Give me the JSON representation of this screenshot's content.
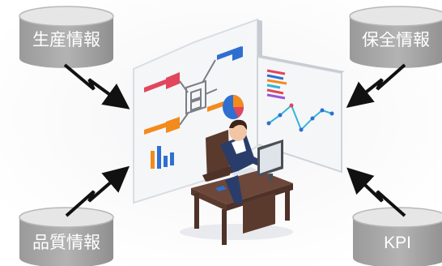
{
  "databases": {
    "production": {
      "label": "生産情報"
    },
    "maintenance": {
      "label": "保全情報"
    },
    "quality": {
      "label": "品質情報"
    },
    "kpi": {
      "label": "KPI"
    }
  },
  "colors": {
    "background": "#ffffff",
    "cylinder_side": "#a3a3a3",
    "cylinder_top": "#e6e6e6",
    "arrow": "#111111",
    "desk": "#5b3a2e",
    "accent_red": "#e2455c",
    "accent_orange": "#f28b1c",
    "accent_blue": "#2f6fd0"
  },
  "icons": {
    "databases": "database-cylinder-icon",
    "links": "lightning-arrow-icon",
    "center": "analyst-at-desk-illustration"
  }
}
